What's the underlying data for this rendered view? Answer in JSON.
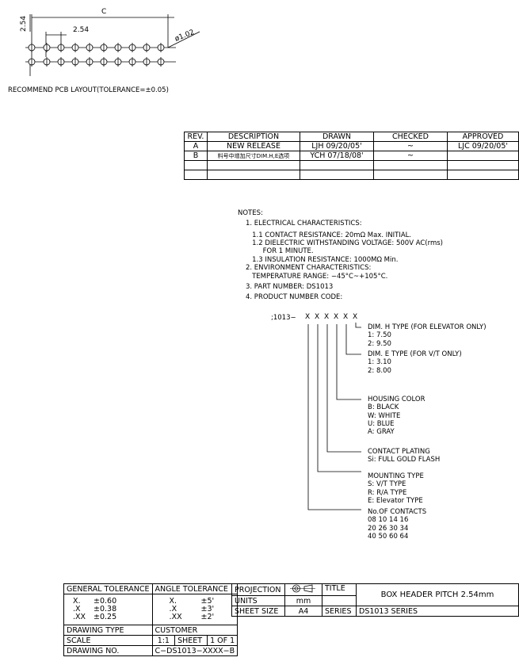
{
  "layout": {
    "dim_c": "C",
    "dim_pitch": "2.54",
    "dim_vertical": "2.54",
    "dim_hole": "ø1.02",
    "caption": "RECOMMEND PCB LAYOUT(TOLERANCE=±0.05)"
  },
  "revision": {
    "headers": [
      "REV.",
      "DESCRIPTION",
      "DRAWN",
      "CHECKED",
      "APPROVED"
    ],
    "rows": [
      [
        "A",
        "NEW RELEASE",
        "LJH 09/20/05'",
        "~",
        "LJC 09/20/05'"
      ],
      [
        "B",
        "料号中增加尺寸DIM.H,E选项",
        "YCH 07/18/08'",
        "~",
        ""
      ],
      [
        "",
        "",
        "",
        "",
        ""
      ],
      [
        "",
        "",
        "",
        "",
        ""
      ]
    ]
  },
  "notes": {
    "title": "NOTES:",
    "lines": [
      "1. ELECTRICAL CHARACTERISTICS:",
      "   1.1 CONTACT RESISTANCE: 20mΩ Max. INITIAL.",
      "   1.2 DIELECTRIC WITHSTANDING VOLTAGE: 500V AC(rms)",
      "        FOR 1 MINUTE.",
      "   1.3 INSULATION RESISTANCE: 1000MΩ Min.",
      "2. ENVIRONMENT CHARACTERISTICS:",
      "   TEMPERATURE RANGE: −45°C~+105°C.",
      "3. PART NUMBER: DS1013",
      "4. PRODUCT NUMBER CODE:"
    ],
    "code_prefix": ";1013−",
    "code_letters": [
      "X",
      "X",
      "X",
      "X",
      "X",
      "X"
    ],
    "options": [
      {
        "title": "DIM. H TYPE (FOR ELEVATOR ONLY)",
        "items": [
          "1: 7.50",
          "2: 9.50"
        ]
      },
      {
        "title": "DIM. E TYPE (FOR V/T ONLY)",
        "items": [
          "1: 3.10",
          "2: 8.00"
        ]
      },
      {
        "title": "HOUSING COLOR",
        "items": [
          "B: BLACK",
          "W: WHITE",
          "U: BLUE",
          "A: GRAY"
        ]
      },
      {
        "title": "CONTACT PLATING",
        "items": [
          "Si: FULL GOLD FLASH"
        ]
      },
      {
        "title": "MOUNTING TYPE",
        "items": [
          "S: V/T TYPE",
          "R: R/A TYPE",
          "E: Elevator TYPE"
        ]
      },
      {
        "title": "No.OF CONTACTS",
        "items": [
          "08 10 14 16",
          "20 26 30 34",
          "40 50 60 64"
        ]
      }
    ]
  },
  "titleblock": {
    "general_tolerance": "GENERAL TOLERANCE",
    "angle_tolerance": "ANGLE TOLERANCE",
    "gt_rows": [
      [
        "X.",
        "±0.60"
      ],
      [
        ".X",
        "±0.38"
      ],
      [
        ".XX",
        "±0.25"
      ]
    ],
    "at_rows": [
      [
        "X.",
        "±5'"
      ],
      [
        ".X",
        "±3'"
      ],
      [
        ".XX",
        "±2'"
      ]
    ],
    "drawing_type_label": "DRAWING TYPE",
    "drawing_type": "CUSTOMER",
    "scale_label": "SCALE",
    "scale": "1:1",
    "sheet_label": "SHEET",
    "sheet": "1 OF 1",
    "drawing_no_label": "DRAWING NO.",
    "drawing_no": "C−DS1013−XXXX−B",
    "projection_label": "PROJECTION",
    "units_label": "UNITS",
    "units": "mm",
    "sheet_size_label": "SHEET SIZE",
    "sheet_size": "A4",
    "title_label": "TITLE",
    "title": "BOX HEADER PITCH 2.54mm",
    "series_label": "SERIES",
    "series": "DS1013 SERIES"
  }
}
